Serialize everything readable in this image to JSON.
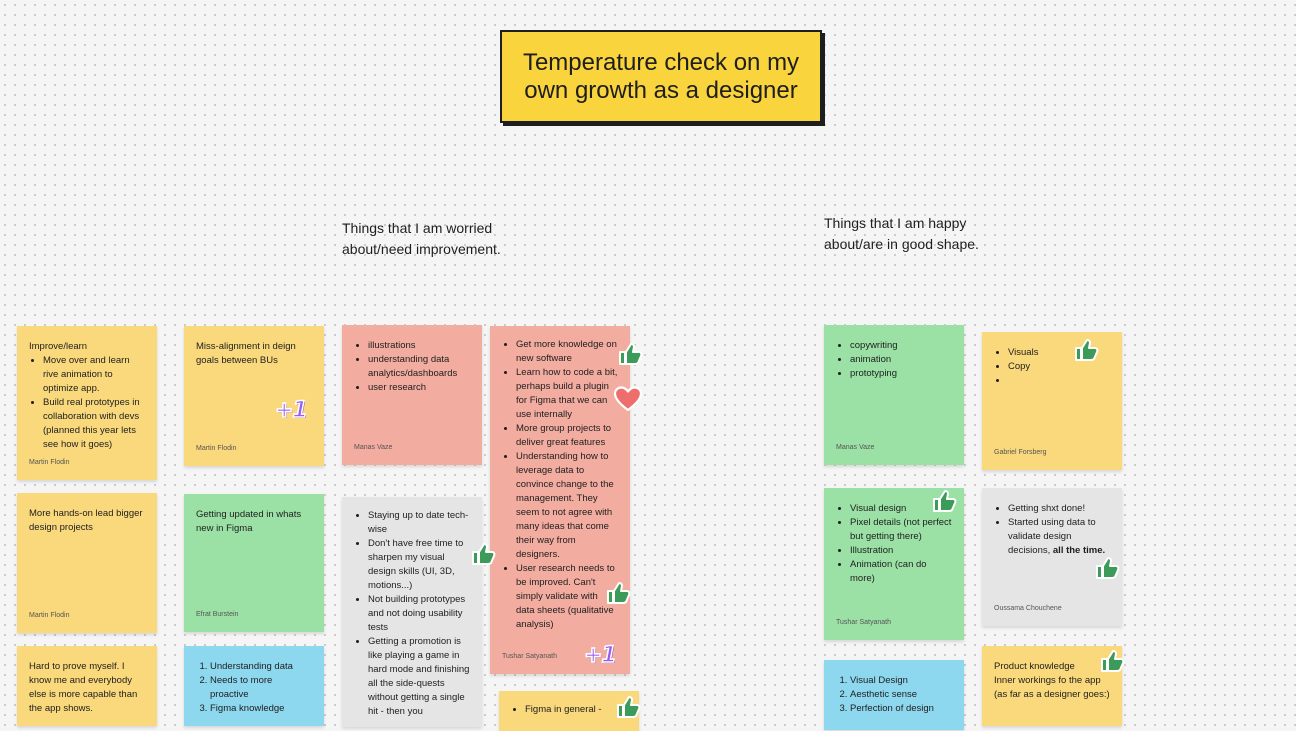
{
  "title": "Temperature check on my own growth as a designer",
  "sections": {
    "worried": "Things that I am worried about/need improvement.",
    "happy": "Things that I am happy about/are in good shape."
  },
  "stickies": {
    "s1": {
      "intro": "Improve/learn",
      "items": [
        "Move over and learn rive animation to optimize app.",
        "Build real prototypes in collaboration with devs (planned this year lets see how it goes)"
      ],
      "author": "Martin Flodin"
    },
    "s2": {
      "text": "Miss-alignment in deign goals between BUs",
      "author": "Martin Flodin",
      "badge": "+1"
    },
    "s3": {
      "items": [
        "illustrations",
        "understanding data analytics/dashboards",
        "user research"
      ],
      "author": "Manas Vaze"
    },
    "s4": {
      "items": [
        "Get more knowledge on new software",
        "Learn how to code a bit, perhaps build a plugin for Figma that we can use internally",
        "More group projects to deliver great features",
        "Understanding how to leverage data to convince change to the management. They seem to not agree with many ideas that come their way from designers.",
        "User research needs to be improved. Can't simply validate with data sheets (qualitative analysis)"
      ],
      "author": "Tushar Satyanath",
      "badge": "+1"
    },
    "s5": {
      "text": "More hands-on lead bigger design projects",
      "author": "Martin Flodin"
    },
    "s6": {
      "text": "Getting updated in whats new in Figma",
      "author": "Efrat Burstein"
    },
    "s7": {
      "items": [
        "Staying up to date tech-wise",
        "Don't have free time to sharpen my visual design skills (UI, 3D, motions...)",
        "Not building prototypes and not doing usability tests",
        "Getting a promotion is like playing a game in hard mode and finishing all the side-quests without getting a single hit - then you"
      ]
    },
    "s8": {
      "text": "Hard to prove myself. I know me and everybody else is more capable than the app shows."
    },
    "s9": {
      "items": [
        "Understanding data",
        "Needs to more proactive",
        "Figma knowledge"
      ]
    },
    "s10": {
      "items": [
        "Figma in general -"
      ]
    },
    "s11": {
      "items": [
        "copywriting",
        "animation",
        "prototyping"
      ],
      "author": "Manas Vaze"
    },
    "s12": {
      "items": [
        "Visuals",
        "Copy",
        ""
      ],
      "author": "Gabriel Forsberg"
    },
    "s13": {
      "items": [
        "Visual design",
        "Pixel details (not perfect but getting there)",
        "Illustration",
        "Animation (can do more)"
      ],
      "author": "Tushar Satyanath"
    },
    "s14": {
      "items": [
        "Getting shxt done!",
        "Started using data to validate design decisions, "
      ],
      "bold": "all the time.",
      "author": "Oussama Chouchene"
    },
    "s15": {
      "items": [
        "Visual Design",
        "Aesthetic sense",
        "Perfection of design"
      ]
    },
    "s16": {
      "text": "Product knowledge\nInner workings fo the app (as far as a designer goes:)"
    }
  },
  "colors": {
    "yellow": "#f9d97c",
    "green": "#9be1a6",
    "salmon": "#f2aca0",
    "grey": "#e5e5e5",
    "blue": "#8ed8ef",
    "title_bg": "#f9d43c",
    "thumb": "#3d9b5a",
    "heart": "#ee6d6d",
    "plusone": "#9b5bf0"
  },
  "icons": [
    "thumbs-up-icon",
    "heart-icon",
    "plus-one-badge"
  ]
}
